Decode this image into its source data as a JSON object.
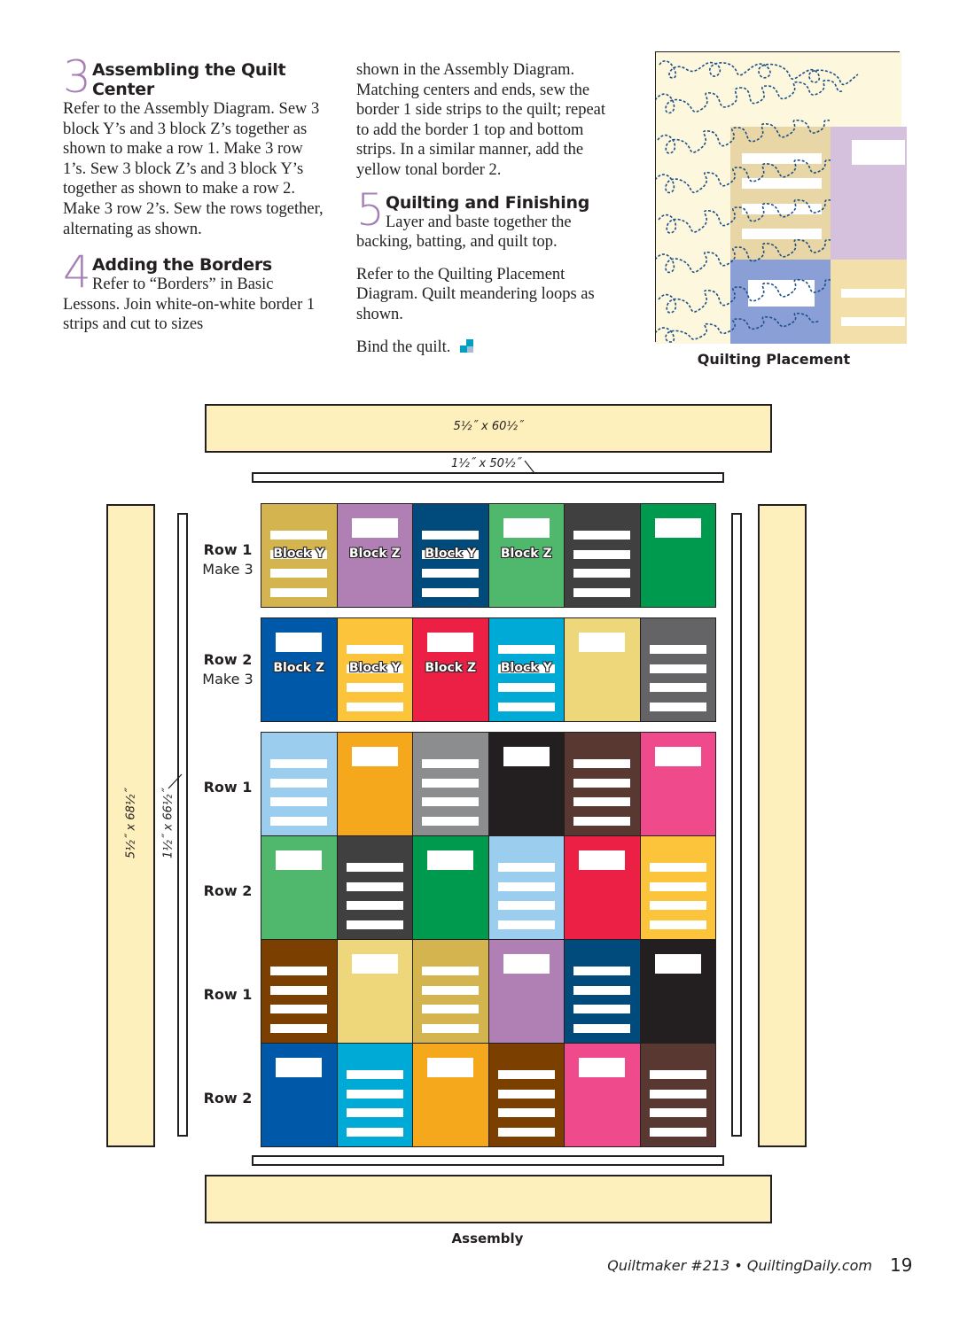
{
  "sections": {
    "s3": {
      "number": "3",
      "title": "Assembling the Quilt Center",
      "body": "Refer to the Assembly Diagram. Sew 3 block Y’s and 3 block Z’s together as shown to make a row 1. Make 3 row 1’s. Sew 3 block Z’s and 3 block Y’s together as shown to make a row 2. Make 3 row 2’s. Sew the rows together, alternating as shown."
    },
    "s4": {
      "number": "4",
      "title": "Adding the Borders",
      "body_first": "Refer to “Borders” in Basic",
      "body_rest": "Lessons. Join white-on-white border 1 strips and cut to sizes"
    },
    "s4_cont": "shown in the Assembly Diagram. Matching centers and ends, sew the border 1 side strips to the quilt; repeat to add the border 1 top and bottom strips. In a similar manner, add the yellow tonal border 2.",
    "s5": {
      "number": "5",
      "title": "Quilting and Finishing",
      "body_first": "Layer and baste together the",
      "body_rest": "backing, batting, and quilt top.",
      "para2": "Refer to the Quilting Placement Diagram. Quilt meandering loops as shown.",
      "para3": "Bind the quilt."
    }
  },
  "quilting_placement": {
    "caption": "Quilting Placement"
  },
  "assembly": {
    "caption": "Assembly",
    "dims": {
      "outer_top": "5½˝ x 60½˝",
      "inner_top": "1½˝ x 50½˝",
      "outer_side": "5½˝ x 68½˝",
      "inner_side": "1½˝ x 66½˝"
    },
    "row_labels": [
      {
        "row": "Row 1",
        "make": "Make 3"
      },
      {
        "row": "Row 2",
        "make": "Make 3"
      },
      {
        "row": "Row 1"
      },
      {
        "row": "Row 2"
      },
      {
        "row": "Row 1"
      },
      {
        "row": "Row 2"
      }
    ],
    "rows": [
      [
        {
          "t": "Y",
          "c": "#d4b44f",
          "label": "Block Y"
        },
        {
          "t": "Z",
          "c": "#b07fb3",
          "label": "Block Z"
        },
        {
          "t": "Y",
          "c": "#004b7c",
          "label": "Block Y"
        },
        {
          "t": "Z",
          "c": "#4fb86c",
          "label": "Block Z"
        },
        {
          "t": "Y",
          "c": "#404040"
        },
        {
          "t": "Z",
          "c": "#009a4e"
        }
      ],
      [
        {
          "t": "Z",
          "c": "#0059a8",
          "label": "Block Z"
        },
        {
          "t": "Y",
          "c": "#fcc43a",
          "label": "Block Y"
        },
        {
          "t": "Z",
          "c": "#ec1f45",
          "label": "Block Z"
        },
        {
          "t": "Y",
          "c": "#00aad6",
          "label": "Block Y"
        },
        {
          "t": "Z",
          "c": "#eed77a"
        },
        {
          "t": "Y",
          "c": "#646466"
        }
      ],
      [
        {
          "t": "Y",
          "c": "#9bcdee"
        },
        {
          "t": "Z",
          "c": "#f6a81c"
        },
        {
          "t": "Y",
          "c": "#8c8d8f"
        },
        {
          "t": "Z",
          "c": "#231f20"
        },
        {
          "t": "Y",
          "c": "#583830"
        },
        {
          "t": "Z",
          "c": "#ef4b8c"
        }
      ],
      [
        {
          "t": "Z",
          "c": "#4fb86c"
        },
        {
          "t": "Y",
          "c": "#404040"
        },
        {
          "t": "Z",
          "c": "#009a4e"
        },
        {
          "t": "Y",
          "c": "#9bcdee"
        },
        {
          "t": "Z",
          "c": "#ec1f45"
        },
        {
          "t": "Y",
          "c": "#fcc43a"
        }
      ],
      [
        {
          "t": "Y",
          "c": "#7b3f00"
        },
        {
          "t": "Z",
          "c": "#eed77a"
        },
        {
          "t": "Y",
          "c": "#d4b44f"
        },
        {
          "t": "Z",
          "c": "#b07fb3"
        },
        {
          "t": "Y",
          "c": "#004b7c"
        },
        {
          "t": "Z",
          "c": "#231f20"
        }
      ],
      [
        {
          "t": "Z",
          "c": "#0059a8"
        },
        {
          "t": "Y",
          "c": "#00aad6"
        },
        {
          "t": "Z",
          "c": "#f6a81c"
        },
        {
          "t": "Y",
          "c": "#7b3f00"
        },
        {
          "t": "Z",
          "c": "#ef4b8c"
        },
        {
          "t": "Y",
          "c": "#583830"
        }
      ]
    ]
  },
  "footer": {
    "publication": "Quiltmaker #213 • QuiltingDaily.com",
    "page_number": "19"
  }
}
